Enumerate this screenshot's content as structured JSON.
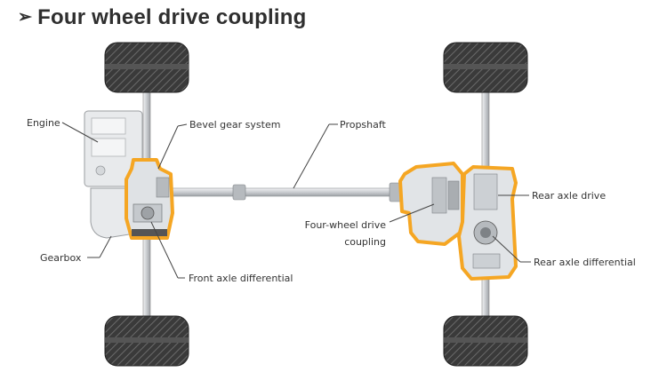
{
  "title": {
    "bullet": "➢",
    "text": "Four wheel drive coupling"
  },
  "labels": {
    "engine": "Engine",
    "bevel_gear_system": "Bevel gear system",
    "propshaft": "Propshaft",
    "rear_axle_drive": "Rear axle drive",
    "four_wheel_drive_coupling_line1": "Four-wheel drive",
    "four_wheel_drive_coupling_line2": "coupling",
    "gearbox": "Gearbox",
    "front_axle_differential": "Front axle differential",
    "rear_axle_differential": "Rear axle differential"
  },
  "colors": {
    "highlight": "#f5a623",
    "component_fill": "#e6e8ea",
    "tyre": "#3a3a3a",
    "line": "#555555"
  }
}
